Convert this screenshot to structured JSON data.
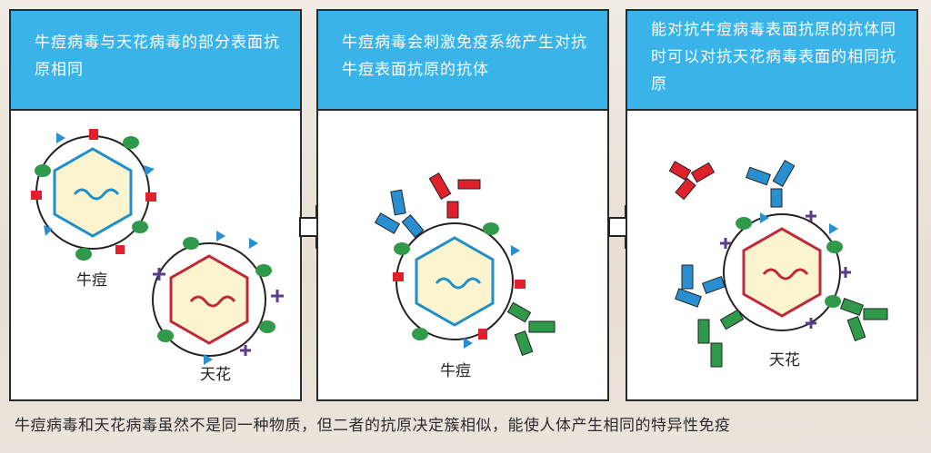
{
  "panels": [
    {
      "text": "牛痘病毒与天花病毒的部分表面抗原相同",
      "labels": [
        "牛痘",
        "天花"
      ]
    },
    {
      "text": "牛痘病毒会刺激免疫系统产生对抗牛痘表面抗原的抗体",
      "labels": [
        "牛痘"
      ]
    },
    {
      "text": "能对抗牛痘病毒表面抗原的抗体同时可以对抗天花病毒表面的相同抗原",
      "labels": [
        "天花"
      ]
    }
  ],
  "caption": "牛痘病毒和天花病毒虽然不是同一种物质，但二者的抗原决定簇相似，能使人体产生相同的特异性免疫",
  "colors": {
    "header_blue": "#39b3e8",
    "red_antigen": "#e0202a",
    "green_antigen": "#2f9a4a",
    "blue_antigen": "#2a8fd0",
    "purple_antigen": "#5a3d8a",
    "cowpox_hexagon": "#1e8fc8",
    "smallpox_hexagon": "#c0283a",
    "core_fill": "#fbf4cf"
  }
}
